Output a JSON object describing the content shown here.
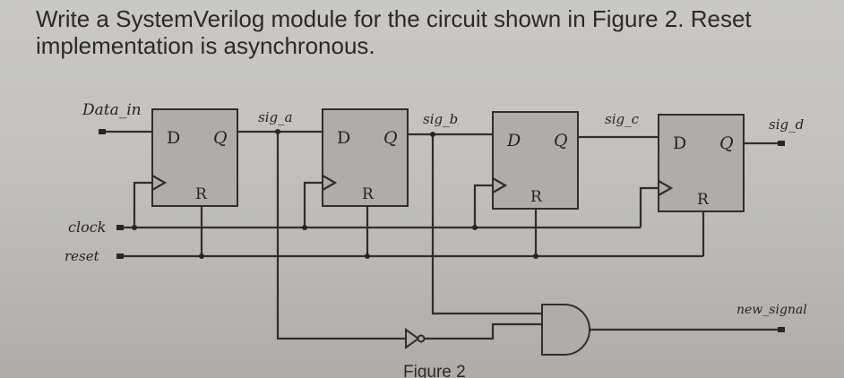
{
  "question": {
    "line1": "Write a SystemVerilog module for the circuit shown in Figure 2. Reset",
    "line2": "implementation is asynchronous."
  },
  "inputs": {
    "data_in": "Data_in",
    "clock": "clock",
    "reset": "reset"
  },
  "signals": {
    "sig_a": "sig_a",
    "sig_b": "sig_b",
    "sig_c": "sig_c",
    "sig_d": "sig_d",
    "new_signal": "new_signal"
  },
  "flipflop_pins": {
    "d": "D",
    "q": "Q",
    "r": "R"
  },
  "figure_caption": "Figure 2"
}
